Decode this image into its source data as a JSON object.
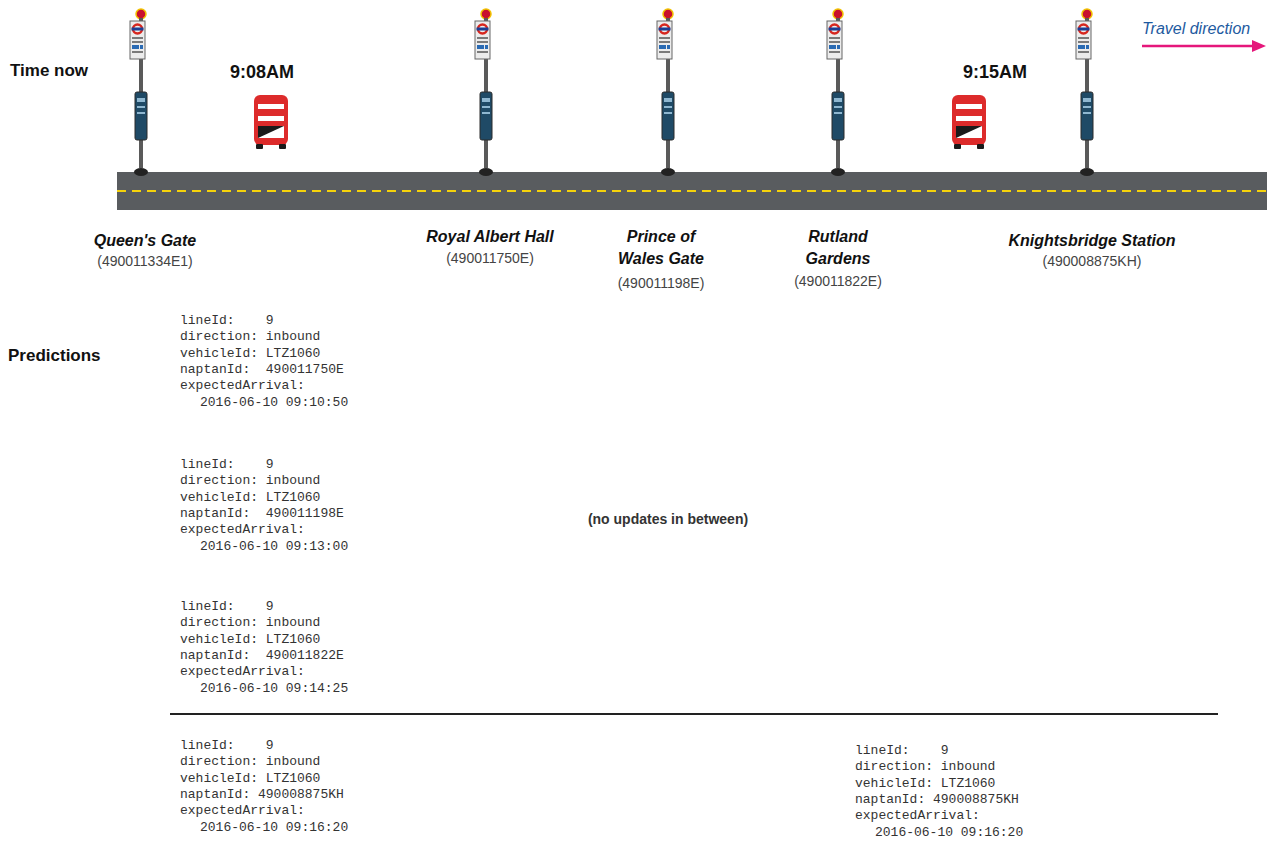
{
  "diagram": {
    "labels": [
      "Time now",
      "9:08AM",
      "9:15AM",
      "Travel direction",
      "Queen's Gate",
      "(490011334E1)",
      "Royal Albert Hall",
      "(490011750E)",
      "Prince of Wales Gate",
      "(490011198E)",
      "Rutland Gardens",
      "(490011822E)",
      "Knightsbridge Station",
      "(490008875KH)",
      "Predictions",
      "lineId:    9",
      "direction: inbound",
      "vehicleId: LTZ1060",
      "naptanId:  490011750E",
      "expectedArrival:",
      "2016-06-10 09:10:50",
      "lineId:    9",
      "direction: inbound",
      "vehicleId: LTZ1060",
      "naptanId:  490011198E",
      "expectedArrival:",
      "2016-06-10 09:13:00",
      "(no updates in between)",
      "lineId:    9",
      "direction: inbound",
      "vehicleId: LTZ1060",
      "naptanId:  490011822E",
      "expectedArrival:",
      "2016-06-10 09:14:25",
      "lineId:    9",
      "direction: inbound",
      "vehicleId: LTZ1060",
      "naptanId: 490008875KH",
      "expectedArrival:",
      "2016-06-10 09:16:20",
      "lineId:    9",
      "direction: inbound",
      "vehicleId: LTZ1060",
      "naptanId: 490008875KH",
      "expectedArrival:",
      "2016-06-10 09:16:20"
    ]
  }
}
